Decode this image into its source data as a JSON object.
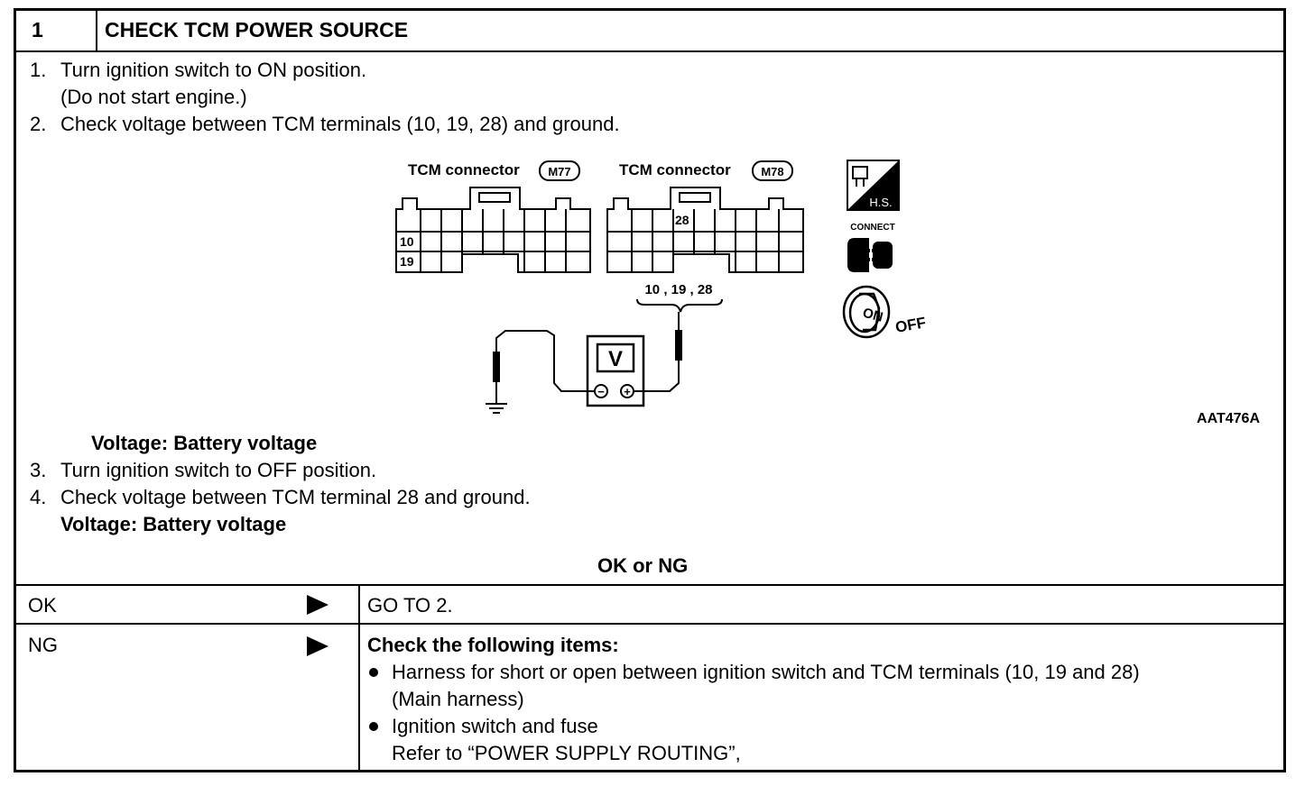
{
  "header": {
    "step_number": "1",
    "title": "CHECK TCM POWER SOURCE"
  },
  "procedure": {
    "step1_num": "1.",
    "step1_text": "Turn ignition switch to ON position.",
    "step1_note": "(Do not start engine.)",
    "step2_num": "2.",
    "step2_text": "Check voltage between TCM terminals (10, 19, 28) and ground.",
    "spec1": "Voltage: Battery voltage",
    "step3_num": "3.",
    "step3_text": "Turn ignition switch to OFF position.",
    "step4_num": "4.",
    "step4_text": "Check voltage between TCM terminal 28 and ground.",
    "spec2": "Voltage: Battery voltage"
  },
  "diagram": {
    "connector1_label": "TCM connector",
    "connector1_id": "M77",
    "connector2_label": "TCM connector",
    "connector2_id": "M78",
    "pin_10": "10",
    "pin_19": "19",
    "pin_28": "28",
    "probe_label": "10 , 19 , 28",
    "meter_symbol": "V",
    "meter_minus": "−",
    "meter_plus": "+",
    "hs_label": "H.S.",
    "connect_label": "CONNECT",
    "ignition_on": "ON",
    "ignition_off": "OFF",
    "figure_id": "AAT476A"
  },
  "result_header": "OK or NG",
  "results": [
    {
      "label": "OK",
      "action": "GO TO 2."
    },
    {
      "label": "NG",
      "action_title": "Check the following items:",
      "item1": "Harness for short or open between ignition switch and TCM terminals (10, 19 and 28)",
      "item1_cont": "(Main harness)",
      "item2": "Ignition switch and fuse",
      "item2_cont": "Refer to “POWER SUPPLY ROUTING”,"
    }
  ]
}
